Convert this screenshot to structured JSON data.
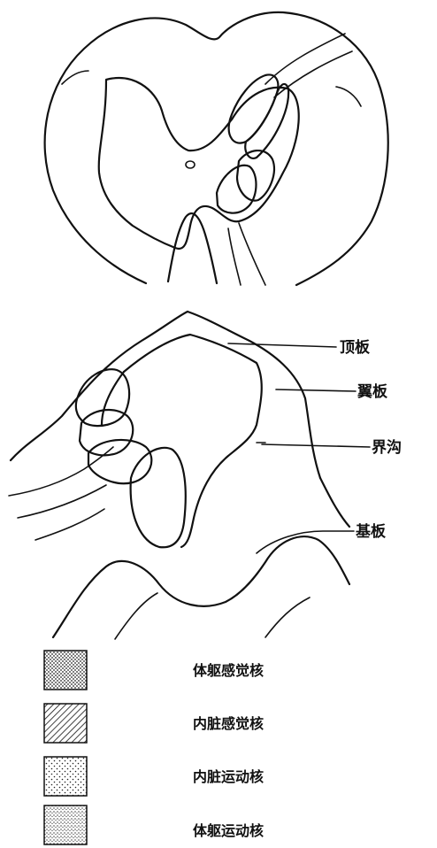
{
  "labels": {
    "roof_plate": "顶板",
    "alar_plate": "翼板",
    "sulcus_limitans": "界沟",
    "basal_plate": "基板"
  },
  "legend": [
    {
      "pattern": "dense-dots",
      "label": "体躯感觉核"
    },
    {
      "pattern": "hatch",
      "label": "内脏感觉核"
    },
    {
      "pattern": "sparse-dots",
      "label": "内脏运动核"
    },
    {
      "pattern": "fine-dots",
      "label": "体躯运动核"
    }
  ]
}
